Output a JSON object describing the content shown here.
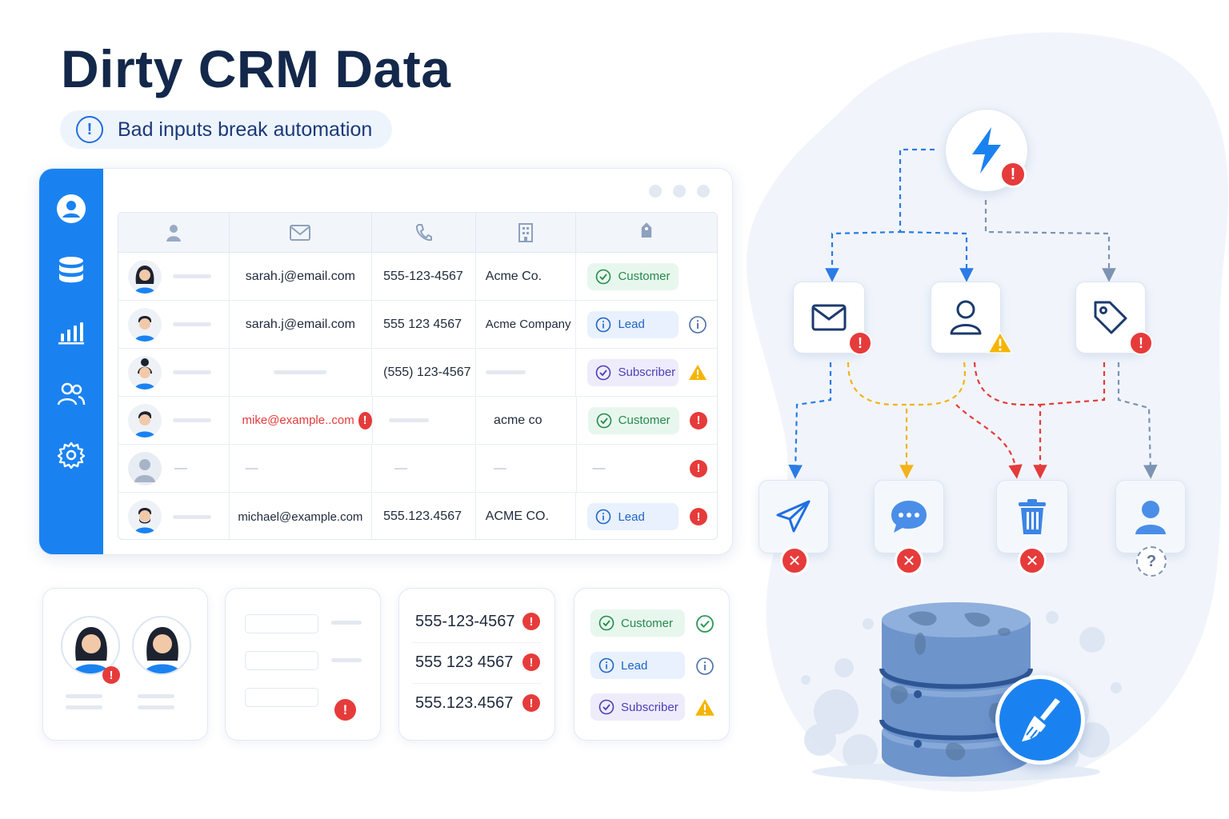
{
  "header": {
    "title": "Dirty CRM Data",
    "subtitle": "Bad inputs break automation",
    "subtitle_icon": "alert-circle-icon"
  },
  "sidebar": {
    "items": [
      {
        "name": "profile",
        "icon": "user-circle-icon"
      },
      {
        "name": "database",
        "icon": "database-icon"
      },
      {
        "name": "analytics",
        "icon": "bar-chart-icon"
      },
      {
        "name": "contacts",
        "icon": "users-icon"
      },
      {
        "name": "settings",
        "icon": "gear-icon"
      }
    ]
  },
  "table": {
    "columns": [
      {
        "key": "contact",
        "icon": "user-icon"
      },
      {
        "key": "email",
        "icon": "mail-icon"
      },
      {
        "key": "phone",
        "icon": "phone-icon"
      },
      {
        "key": "company",
        "icon": "building-icon"
      },
      {
        "key": "status",
        "icon": "tag-icon"
      }
    ],
    "rows": [
      {
        "email": "sarah.j@email.com",
        "phone": "555-123-4567",
        "company": "Acme Co.",
        "status": "Customer",
        "status_type": "customer",
        "flag": ""
      },
      {
        "email": "sarah.j@email.com",
        "phone": "555 123 4567",
        "company": "Acme Company",
        "status": "Lead",
        "status_type": "lead",
        "flag": "info"
      },
      {
        "email": "",
        "phone": "(555) 123-4567",
        "company": "",
        "status": "Subscriber",
        "status_type": "subscriber",
        "flag": "warning"
      },
      {
        "email": "mike@example..com",
        "phone": "",
        "company": "acme co",
        "status": "Customer",
        "status_type": "customer",
        "flag": "error",
        "email_error": "!"
      },
      {
        "email": "—",
        "phone": "—",
        "company": "—",
        "status": "—",
        "status_type": "none",
        "flag": "error"
      },
      {
        "email": "michael@example.com",
        "phone": "555.123.4567",
        "company": "ACME CO.",
        "status": "Lead",
        "status_type": "lead",
        "flag": "error"
      }
    ],
    "error_mark": "!"
  },
  "cards": {
    "duplicates": {
      "error_mark": "!"
    },
    "empty_fields": {
      "error_mark": "!"
    },
    "phones": {
      "items": [
        "555-123-4567",
        "555 123 4567",
        "555.123.4567"
      ],
      "error_mark": "!"
    },
    "statuses": {
      "items": [
        {
          "label": "Customer",
          "type": "customer",
          "flag": "check"
        },
        {
          "label": "Lead",
          "type": "lead",
          "flag": "info"
        },
        {
          "label": "Subscriber",
          "type": "subscriber",
          "flag": "warning"
        }
      ]
    }
  },
  "workflow": {
    "trigger_icon": "lightning-icon",
    "steps": [
      "mail-icon",
      "user-icon",
      "tag-icon"
    ],
    "outcomes": [
      "send-icon",
      "chat-icon",
      "trash-icon",
      "user-icon"
    ],
    "outcome_badges": [
      "✕",
      "✕",
      "✕",
      "?"
    ],
    "error_mark": "!"
  },
  "colors": {
    "accent": "#1a82f0",
    "error": "#e63b3b",
    "warning": "#f5b400",
    "success": "#258a4c",
    "title": "#13284a"
  }
}
